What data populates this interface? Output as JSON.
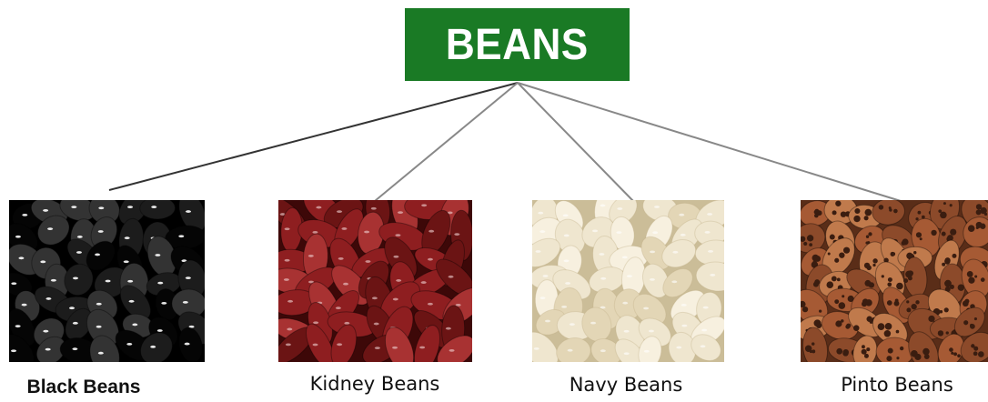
{
  "root": {
    "label": "BEANS",
    "color": "#1a7a25"
  },
  "categories": [
    {
      "label": "Black Beans",
      "icon": "black-beans-photo",
      "palette": [
        "#050505",
        "#1c1c1c",
        "#333333"
      ],
      "highlight": "#ffffff"
    },
    {
      "label": "Kidney Beans",
      "icon": "kidney-beans-photo",
      "palette": [
        "#6b1414",
        "#8e1e20",
        "#a83232"
      ],
      "highlight": "#f2d6d6"
    },
    {
      "label": "Navy Beans",
      "icon": "navy-beans-photo",
      "palette": [
        "#efe6cf",
        "#e3d6b6",
        "#f7f0df"
      ],
      "highlight": "#ffffff"
    },
    {
      "label": "Pinto Beans",
      "icon": "pinto-beans-photo",
      "palette": [
        "#a65a34",
        "#c07a4c",
        "#8c4a2a"
      ],
      "highlight": "#3a1d10"
    }
  ]
}
